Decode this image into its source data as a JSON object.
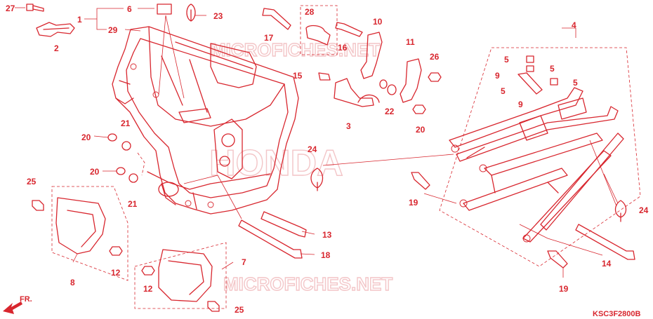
{
  "diagram": {
    "code": "KSC3F2800B",
    "watermark_brand": "HONDA",
    "watermark_site": "MICROFICHES.NET",
    "front_marker": "FR.",
    "colors": {
      "ink": "#d8262e",
      "watermark": "#f3c6c8",
      "background": "#ffffff"
    }
  },
  "callouts": {
    "c1": "1",
    "c2": "2",
    "c3": "3",
    "c4": "4",
    "c5a": "5",
    "c5b": "5",
    "c5c": "5",
    "c5d": "5",
    "c6": "6",
    "c7": "7",
    "c8": "8",
    "c9a": "9",
    "c9b": "9",
    "c10": "10",
    "c11": "11",
    "c12a": "12",
    "c12b": "12",
    "c13": "13",
    "c14": "14",
    "c15": "15",
    "c16": "16",
    "c17": "17",
    "c18": "18",
    "c19a": "19",
    "c19b": "19",
    "c20a": "20",
    "c20b": "20",
    "c20c": "20",
    "c21a": "21",
    "c21b": "21",
    "c22": "22",
    "c23": "23",
    "c24a": "24",
    "c24b": "24",
    "c25a": "25",
    "c25b": "25",
    "c26": "26",
    "c27": "27",
    "c28": "28",
    "c29": "29"
  }
}
